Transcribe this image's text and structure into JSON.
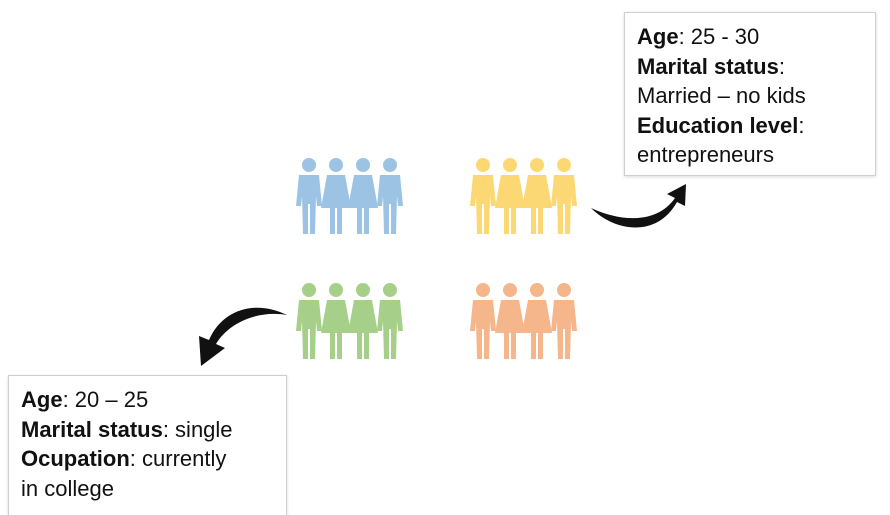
{
  "groups": [
    {
      "id": "blue",
      "color": "#9cc3e4"
    },
    {
      "id": "yellow",
      "color": "#fcd874"
    },
    {
      "id": "green",
      "color": "#a6cf8a"
    },
    {
      "id": "orange",
      "color": "#f4b68a"
    }
  ],
  "arrow_color": "#111111",
  "icons": {
    "people": "people-group-icon",
    "arrow": "curved-arrow-icon"
  },
  "persona_top": {
    "age_label": "Age",
    "age_value": ": 25 - 30",
    "marital_label": "Marital status",
    "marital_sep": ":",
    "marital_value": "Married – no kids",
    "education_label": "Education level",
    "education_sep": ":",
    "education_value": "entrepreneurs"
  },
  "persona_bottom": {
    "age_label": "Age",
    "age_value": ": 20 – 25",
    "marital_label": "Marital status",
    "marital_value": ": single",
    "occupation_label": "Ocupation",
    "occupation_value": ": currently",
    "occupation_value_2": "in college"
  }
}
